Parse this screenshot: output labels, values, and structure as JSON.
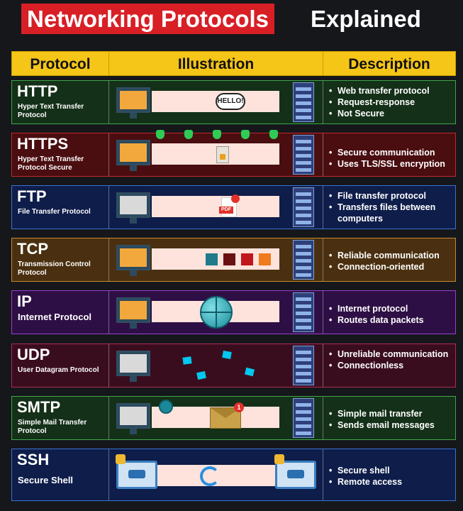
{
  "title": {
    "highlight": "Networking Protocols",
    "rest": "Explained"
  },
  "headers": {
    "protocol": "Protocol",
    "illustration": "Illustration",
    "description": "Description"
  },
  "rows": [
    {
      "name": "HTTP",
      "full": "Hyper Text Transfer Protocol",
      "desc": [
        "Web transfer protocol",
        "Request-response",
        "Not Secure"
      ],
      "bg": "#143018",
      "border": "#3fa64a",
      "bubble": "HELLO!"
    },
    {
      "name": "HTTPS",
      "full": "Hyper Text Transfer Protocol Secure",
      "desc": [
        "Secure communication",
        "Uses TLS/SSL encryption"
      ],
      "bg": "#4a0d10",
      "border": "#c02a2a"
    },
    {
      "name": "FTP",
      "full": "File Transfer Protocol",
      "desc": [
        "File transfer protocol",
        "Transfers files between computers"
      ],
      "bg": "#0e1d4a",
      "border": "#3a72d0",
      "file_label": "PDF"
    },
    {
      "name": "TCP",
      "full": "Transmission Control Protocol",
      "desc": [
        "Reliable communication",
        "Connection-oriented"
      ],
      "bg": "#4a3010",
      "border": "#c78a2a"
    },
    {
      "name": "IP",
      "full": "Internet Protocol",
      "desc": [
        "Internet protocol",
        "Routes data packets"
      ],
      "bg": "#2e0f45",
      "border": "#9a3fd0"
    },
    {
      "name": "UDP",
      "full": "User Datagram Protocol",
      "desc": [
        "Unreliable communication",
        "Connectionless"
      ],
      "bg": "#3a0d1e",
      "border": "#b02a55"
    },
    {
      "name": "SMTP",
      "full": "Simple Mail Transfer Protocol",
      "desc": [
        "Simple mail transfer",
        "Sends email messages"
      ],
      "bg": "#143018",
      "border": "#3fa64a",
      "badge": "1"
    },
    {
      "name": "SSH",
      "full": "Secure Shell",
      "desc": [
        "Secure shell",
        "Remote access"
      ],
      "bg": "#0e1d4a",
      "border": "#3a72d0"
    }
  ]
}
